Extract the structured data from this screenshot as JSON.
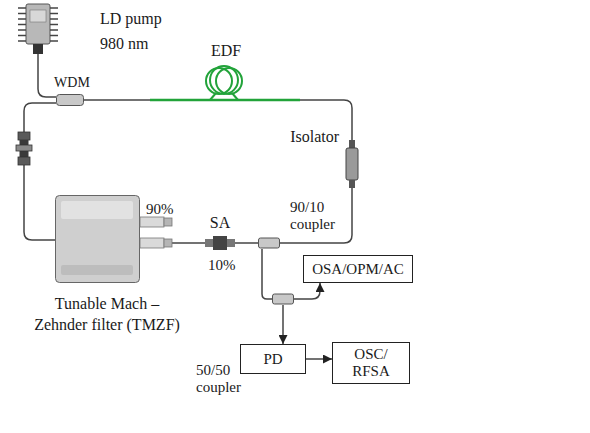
{
  "diagram": {
    "nodes": [
      {
        "text": [
          "LD pump 980 nm"
        ]
      },
      {
        "text": [
          "WDM"
        ]
      },
      {
        "text": [
          "EDF"
        ]
      },
      {
        "text": [
          "Isolator"
        ]
      },
      {
        "text": [
          "90/10 coupler"
        ]
      },
      {
        "text": [
          "SA"
        ]
      },
      {
        "text": [
          "Tunable Mach – Zehnder filter (TMZF)"
        ]
      },
      {
        "text": [
          "50/50 coupler"
        ]
      },
      {
        "text": [
          "OSA/OPM/AC"
        ]
      },
      {
        "text": [
          "PD"
        ]
      },
      {
        "text": [
          "OSC/ RFSA"
        ]
      }
    ],
    "edges": [
      {
        "from": 0,
        "to": 1,
        "arrow": "none"
      },
      {
        "from": 1,
        "to": 2,
        "arrow": "none"
      },
      {
        "from": 2,
        "to": 3,
        "arrow": "none"
      },
      {
        "from": 3,
        "to": 4,
        "arrow": "none"
      },
      {
        "from": 4,
        "to": 5,
        "arrow": "none"
      },
      {
        "from": 5,
        "to": 6,
        "arrow": "none"
      },
      {
        "from": 6,
        "to": 1,
        "arrow": "none"
      },
      {
        "from": 4,
        "to": 7,
        "arrow": "none"
      },
      {
        "from": 7,
        "to": 8,
        "arrow": "to"
      },
      {
        "from": 7,
        "to": 9,
        "arrow": "to"
      },
      {
        "from": 9,
        "to": 10,
        "arrow": "to"
      }
    ],
    "labels": [
      "90%",
      "10%"
    ]
  }
}
